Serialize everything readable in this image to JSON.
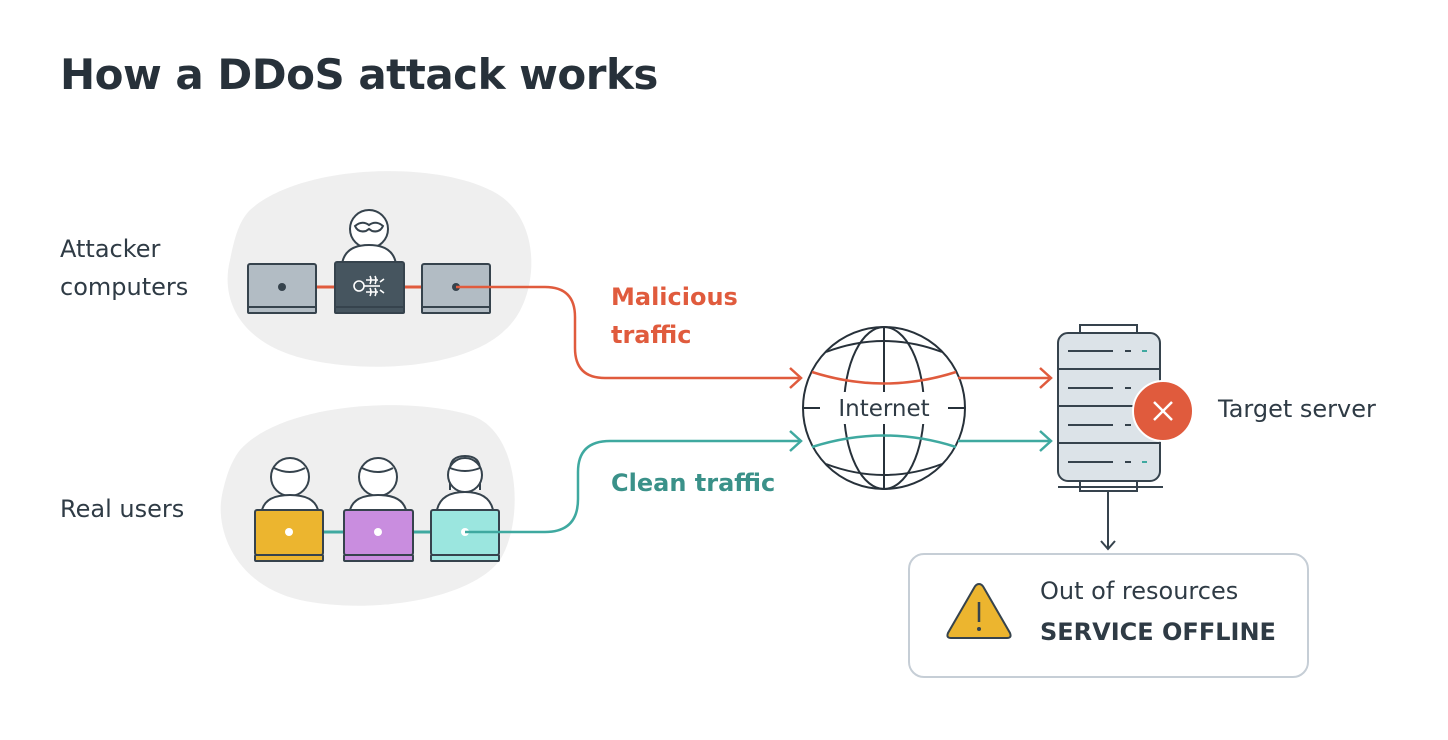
{
  "title": "How a DDoS attack works",
  "labels": {
    "attacker_computers_line1": "Attacker",
    "attacker_computers_line2": "computers",
    "real_users": "Real users",
    "target_server": "Target server",
    "internet": "Internet"
  },
  "traffic": {
    "malicious_line1": "Malicious",
    "malicious_line2": "traffic",
    "clean": "Clean traffic"
  },
  "status": {
    "line1": "Out of resources",
    "line2": "SERVICE OFFLINE"
  },
  "colors": {
    "malicious": "#e05b3d",
    "clean": "#3fa9a0",
    "dark": "#36434d",
    "laptop_gray": "#b2bcc4",
    "laptop_yellow": "#ecb52f",
    "laptop_purple": "#c98ddf",
    "laptop_teal": "#9be6df",
    "error": "#e05b3d",
    "warning": "#ecb52f"
  },
  "icons": {
    "attacker": "masked-hacker-icon",
    "bug": "bug-icon",
    "globe": "globe-icon",
    "server": "server-icon",
    "error": "close-icon",
    "warning": "warning-triangle-icon"
  }
}
